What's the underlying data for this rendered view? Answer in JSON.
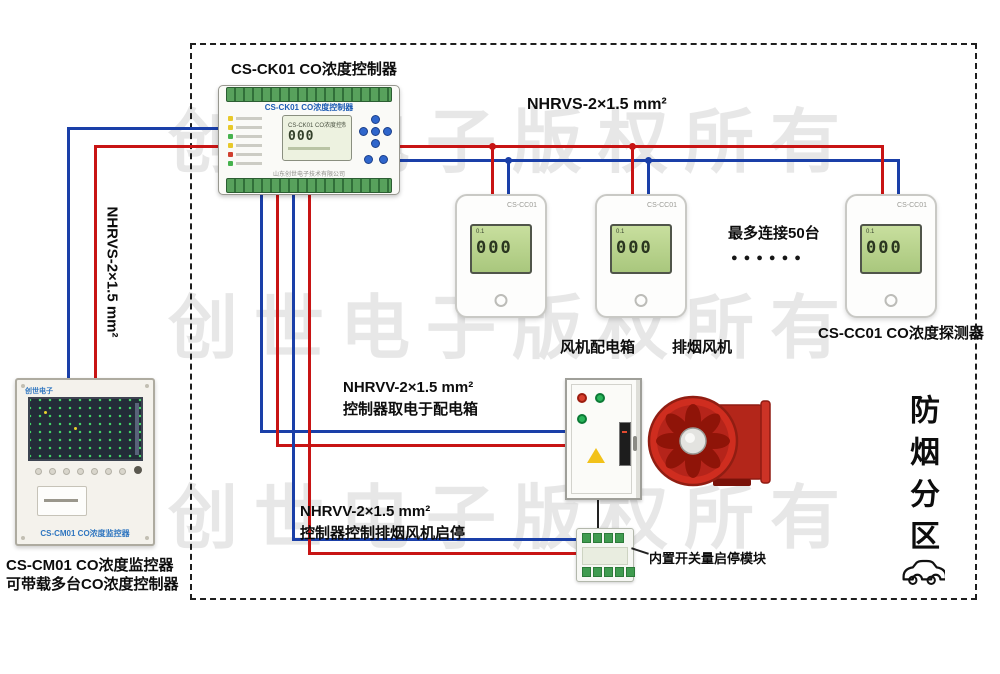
{
  "watermark": {
    "text": "创世电子版权所有"
  },
  "colors": {
    "wire_red": "#c81414",
    "wire_blue": "#1a3fa8"
  },
  "controller": {
    "caption": "CS-CK01 CO浓度控制器",
    "faceplate_label": "CS-CK01 CO浓度控制器",
    "screen_value": "000",
    "manufacturer": "山东创世电子技术有限公司"
  },
  "monitor": {
    "logo": "创世电子",
    "faceplate_label": "CS-CM01 CO浓度监控器",
    "caption_line1": "CS-CM01 CO浓度监控器",
    "caption_line2": "可带载多台CO浓度控制器"
  },
  "detectors": {
    "caption": "CS-CC01 CO浓度探测器",
    "max_note": "最多连接50台",
    "dots": "●●●●●●",
    "units": [
      {
        "model": "CS-CC01",
        "lcd_top": "0.1",
        "lcd_main": "000"
      },
      {
        "model": "CS-CC01",
        "lcd_top": "0.1",
        "lcd_main": "000"
      },
      {
        "model": "CS-CC01",
        "lcd_top": "0.1",
        "lcd_main": "000"
      }
    ]
  },
  "wires": {
    "bus_label": "NHRVS-2×1.5 mm²",
    "left_label": "NHRVS-2×1.5 mm²",
    "power_label_1": "NHRVV-2×1.5 mm²",
    "power_label_2": "控制器取电于配电箱",
    "control_label_1": "NHRVV-2×1.5 mm²",
    "control_label_2": "控制器控制排烟风机启停"
  },
  "equipment": {
    "fan_box": "风机配电箱",
    "fan": "排烟风机",
    "module": "内置开关量启停模块"
  },
  "zone": {
    "label": "防烟分区"
  }
}
